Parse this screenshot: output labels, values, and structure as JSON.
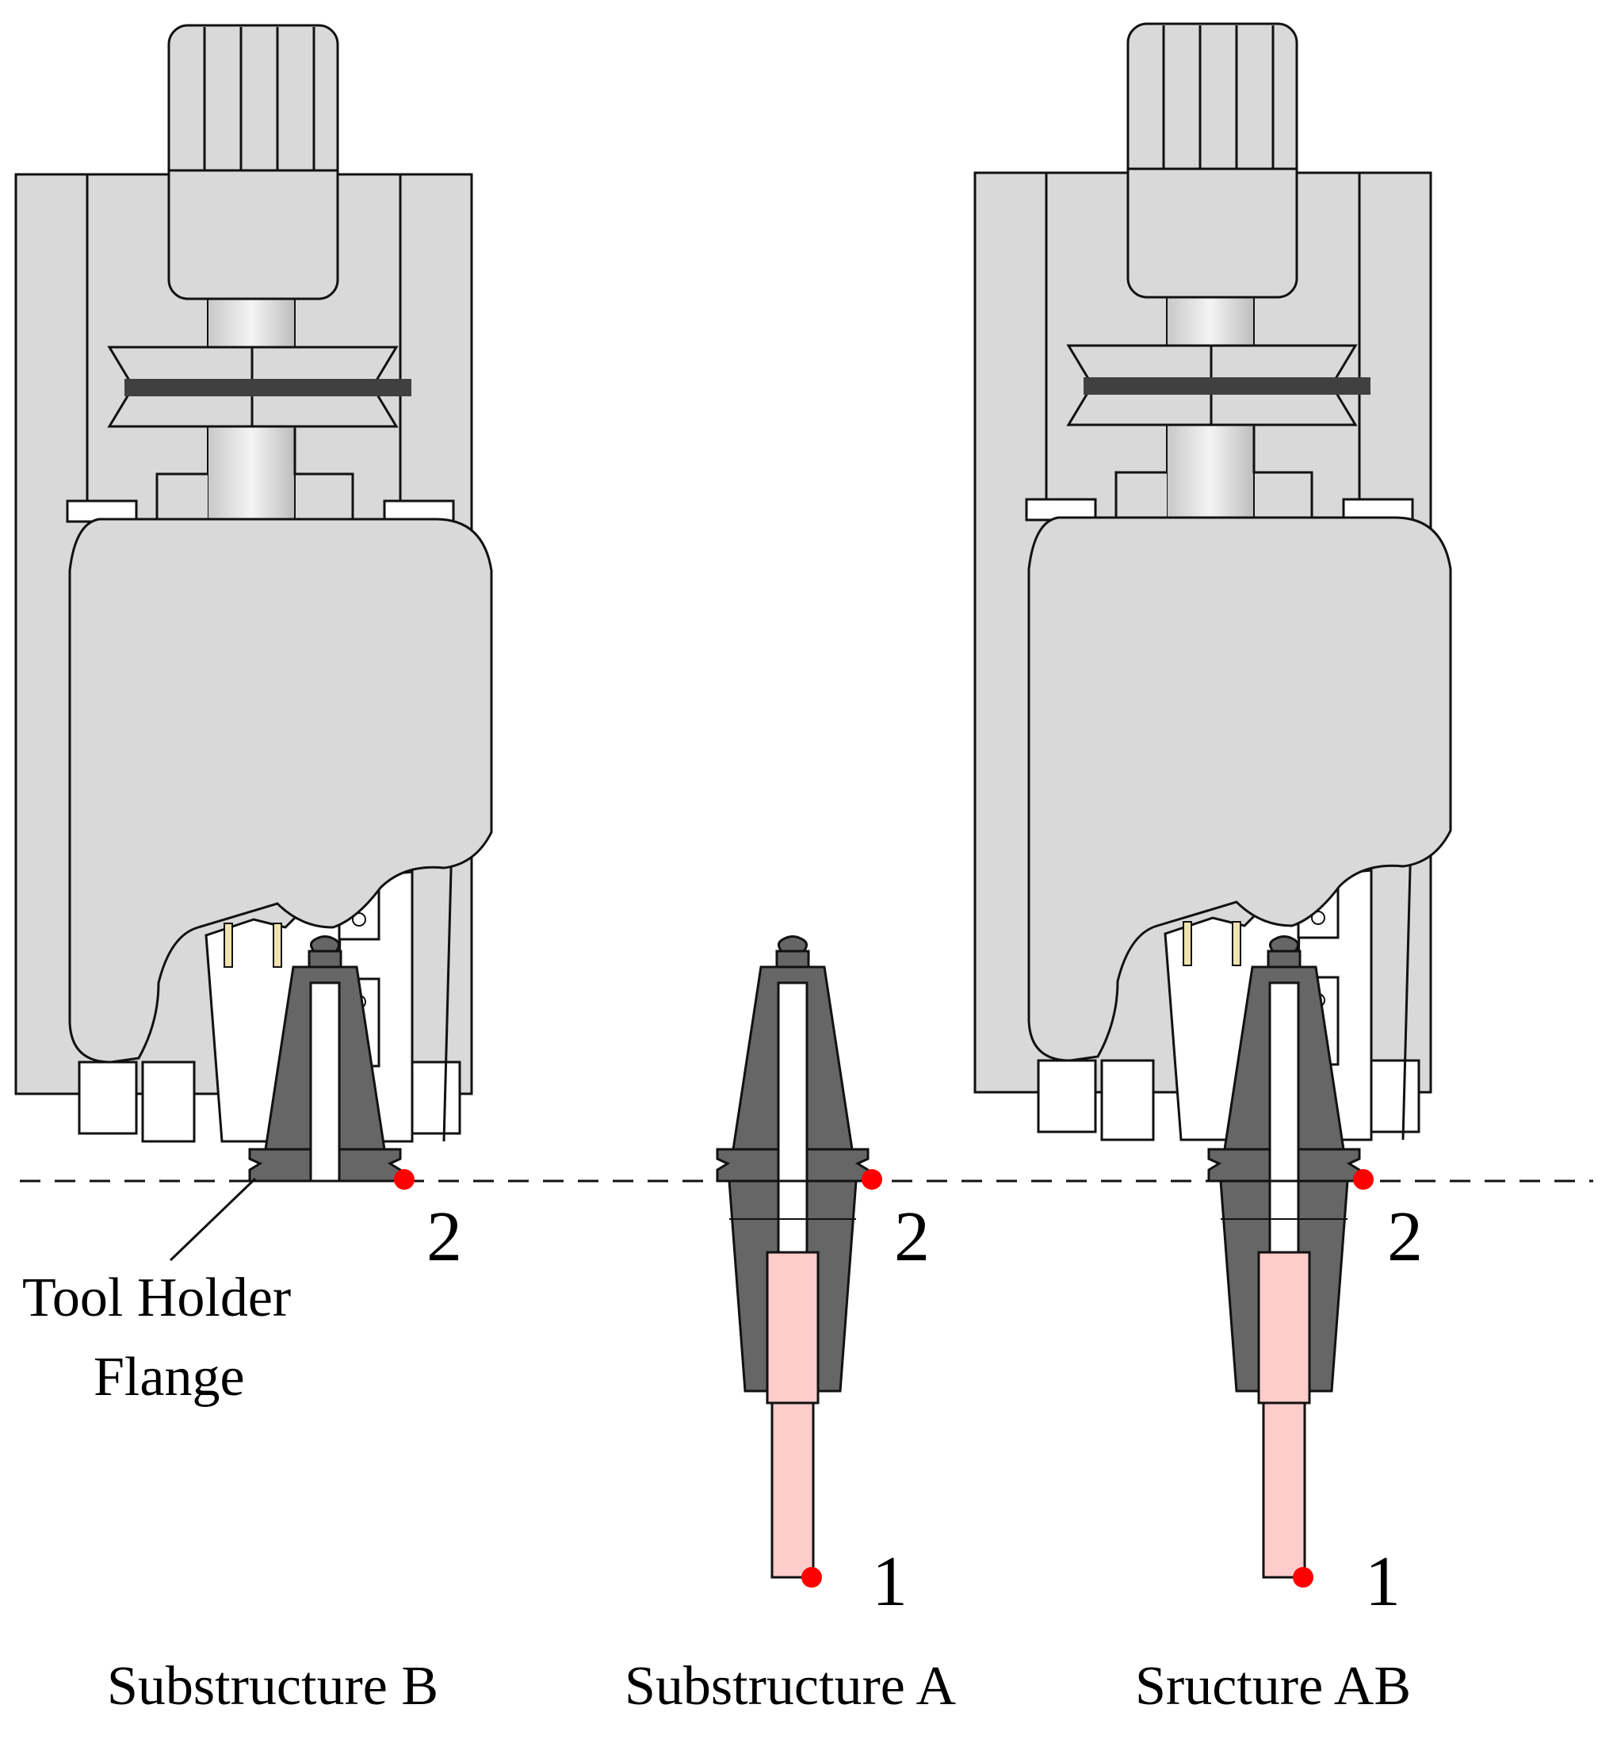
{
  "figure": {
    "flange_label": [
      "Tool Holder",
      "Flange"
    ],
    "point_labels": {
      "tool_tip": "1",
      "flange_point": "2"
    },
    "captions": {
      "substructure_b": "Substructure B",
      "substructure_a": "Substructure A",
      "structure_ab": "Sructure AB"
    },
    "colors": {
      "housing": "#d9d9d9",
      "holder": "#666666",
      "tool": "#ffcccc",
      "point": "#ff0000",
      "bar": "#404040",
      "outline": "#111111"
    },
    "icons": [
      "spindle-head-icon",
      "tool-holder-icon",
      "tool-icon",
      "reference-point-icon"
    ]
  }
}
